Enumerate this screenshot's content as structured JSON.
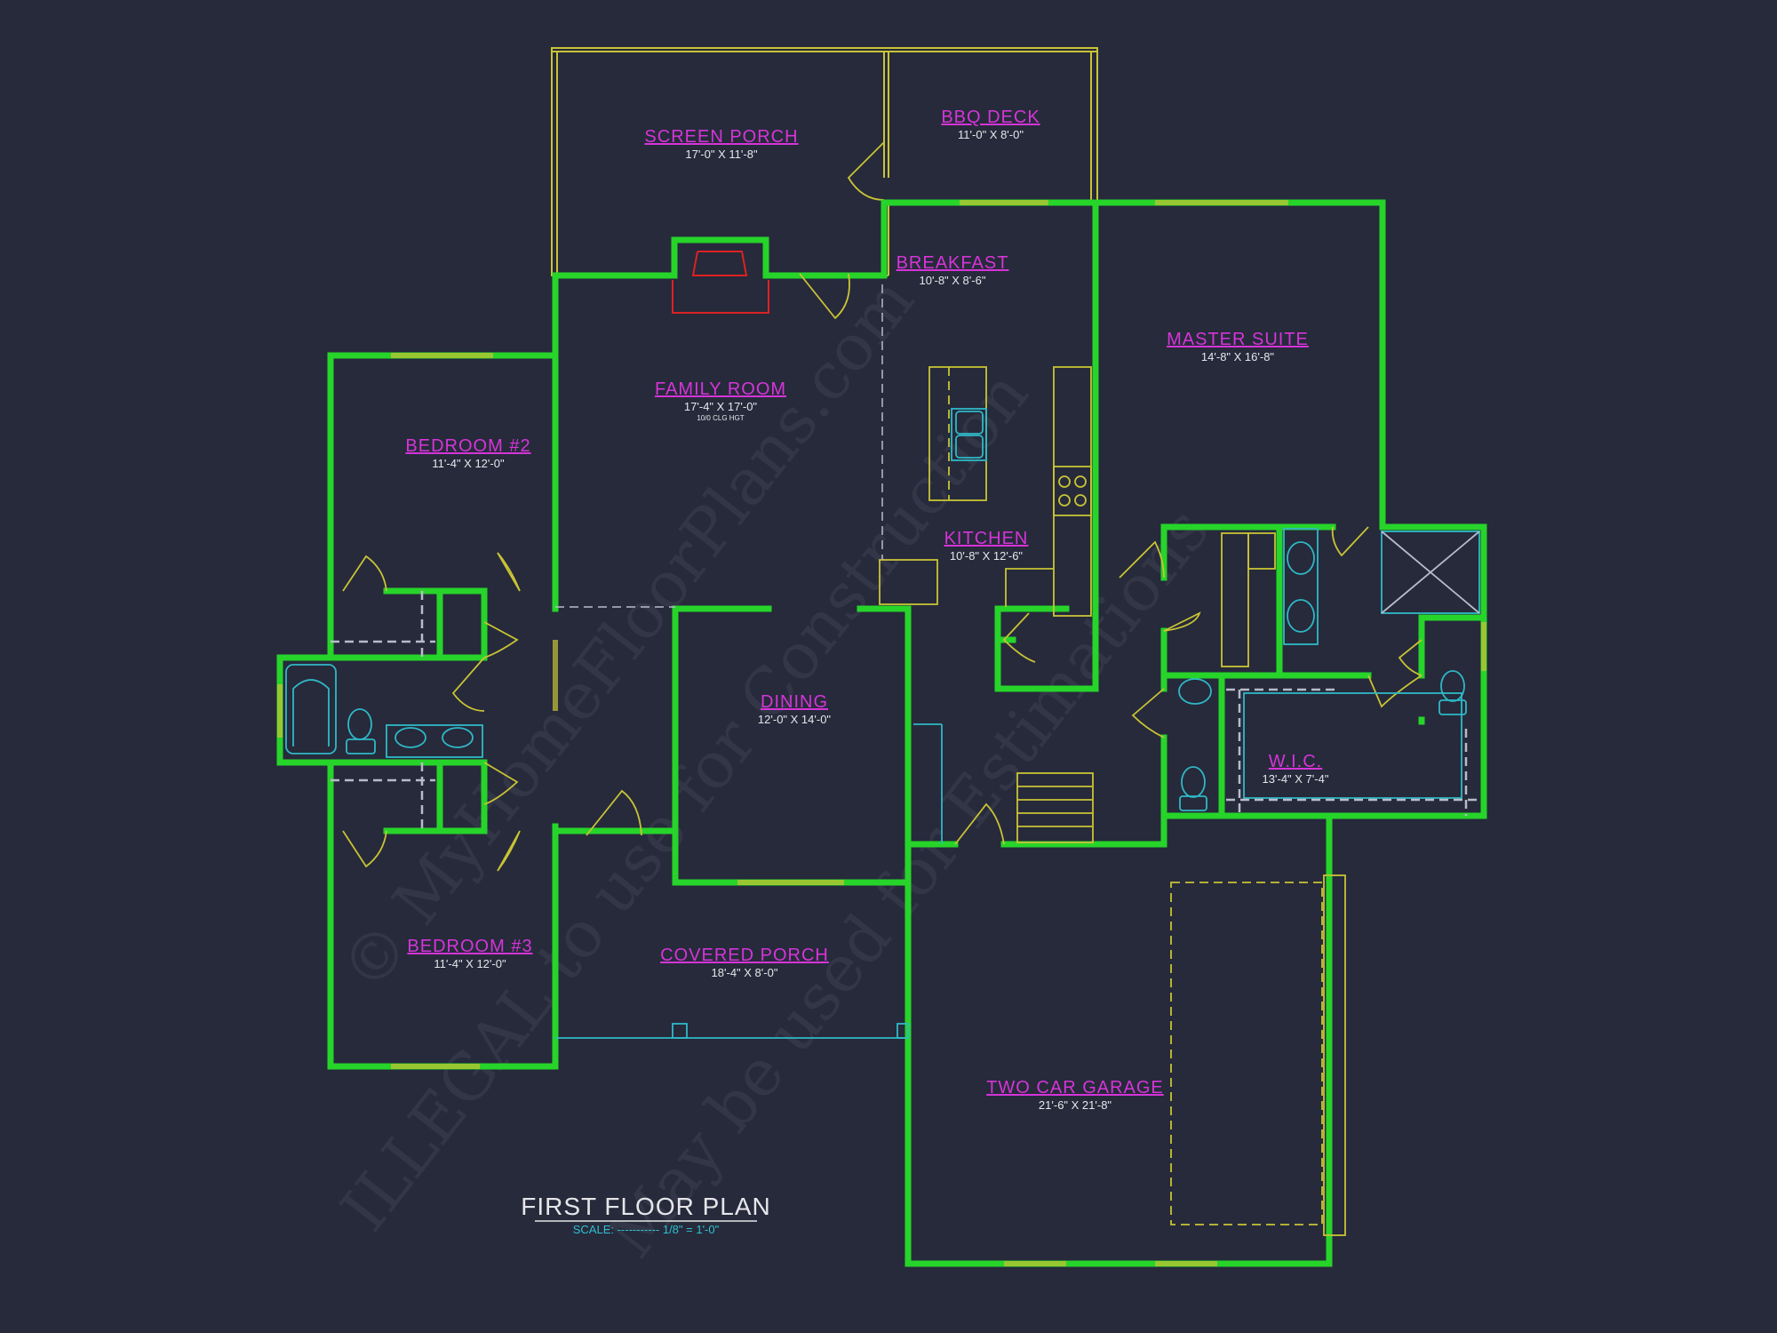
{
  "drawing": {
    "title": "FIRST FLOOR PLAN",
    "scale_label": "SCALE: ----------- 1/8\" = 1'-0\""
  },
  "colors": {
    "background": "#262a3b",
    "walls": "#27d42a",
    "room_labels": "#d634d8",
    "dimensions": "#e6e6ea",
    "fixtures": "#2fb8c6",
    "windows_doors": "#c9c335",
    "fireplace": "#dd2222"
  },
  "rooms": [
    {
      "id": "screen_porch",
      "name": "SCREEN PORCH",
      "dim": "17'-0\" X 11'-8\""
    },
    {
      "id": "bbq_deck",
      "name": "BBQ DECK",
      "dim": "11'-0\" X 8'-0\""
    },
    {
      "id": "breakfast",
      "name": "BREAKFAST",
      "dim": "10'-8\" X 8'-6\""
    },
    {
      "id": "master_suite",
      "name": "MASTER SUITE",
      "dim": "14'-8\" X 16'-8\""
    },
    {
      "id": "family_room",
      "name": "FAMILY ROOM",
      "dim": "17'-4\" X 17'-0\"",
      "note": "10/0 CLG HGT"
    },
    {
      "id": "bedroom_2",
      "name": "BEDROOM #2",
      "dim": "11'-4\" X 12'-0\""
    },
    {
      "id": "kitchen",
      "name": "KITCHEN",
      "dim": "10'-8\" X 12'-6\""
    },
    {
      "id": "dining",
      "name": "DINING",
      "dim": "12'-0\" X 14'-0\""
    },
    {
      "id": "wic",
      "name": "W.I.C.",
      "dim": "13'-4\" X 7'-4\""
    },
    {
      "id": "bedroom_3",
      "name": "BEDROOM #3",
      "dim": "11'-4\" X 12'-0\""
    },
    {
      "id": "covered_porch",
      "name": "COVERED PORCH",
      "dim": "18'-4\" X 8'-0\""
    },
    {
      "id": "garage",
      "name": "TWO CAR GARAGE",
      "dim": "21'-6\" X 21'-8\""
    }
  ],
  "watermark": {
    "line1": "© MyHomeFloorPlans.com",
    "line2": "ILLEGAL to use for Construction",
    "line3": "May be used for Estimations"
  }
}
